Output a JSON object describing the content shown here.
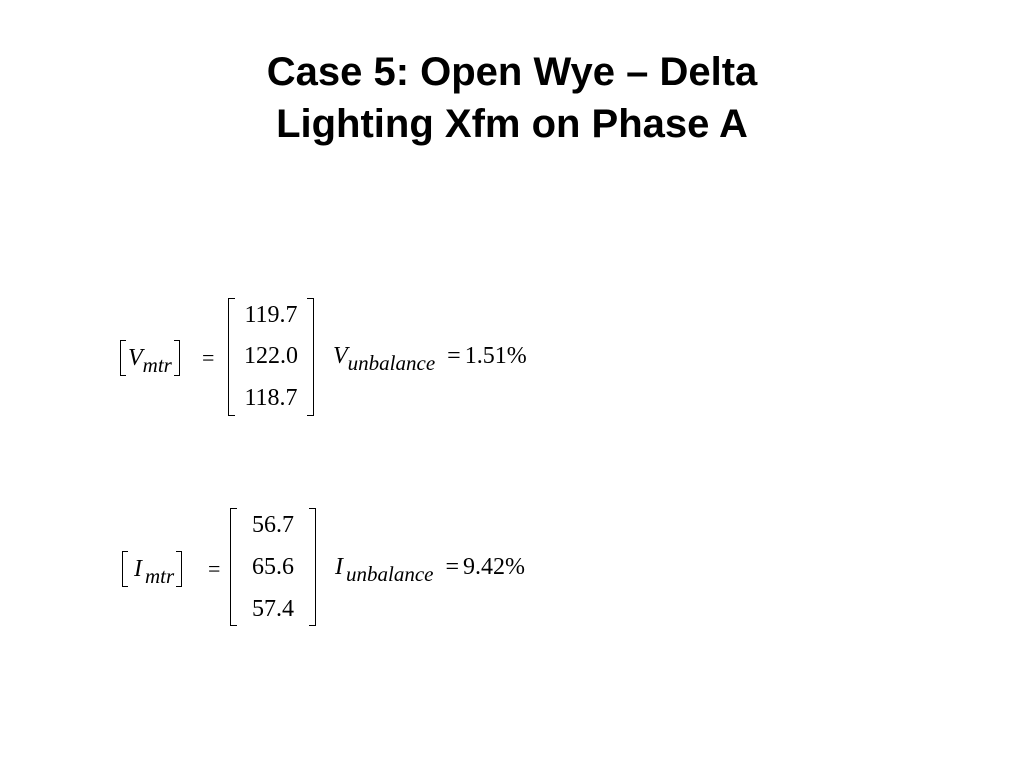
{
  "title": {
    "line1": "Case 5:  Open Wye – Delta",
    "line2": "Lighting Xfm on Phase A"
  },
  "voltage": {
    "symbol": "V",
    "subscript": "mtr",
    "equals": "=",
    "values": [
      "119.7",
      "122.0",
      "118.7"
    ],
    "unbalance_symbol": "V",
    "unbalance_subscript": "unbalance",
    "unbalance_equals": "=",
    "unbalance_value": "1.51%"
  },
  "current": {
    "symbol": "I",
    "subscript": "mtr",
    "equals": "=",
    "values": [
      "56.7",
      "65.6",
      "57.4"
    ],
    "unbalance_symbol": "I",
    "unbalance_subscript": "unbalance",
    "unbalance_equals": "=",
    "unbalance_value": "9.42%"
  }
}
